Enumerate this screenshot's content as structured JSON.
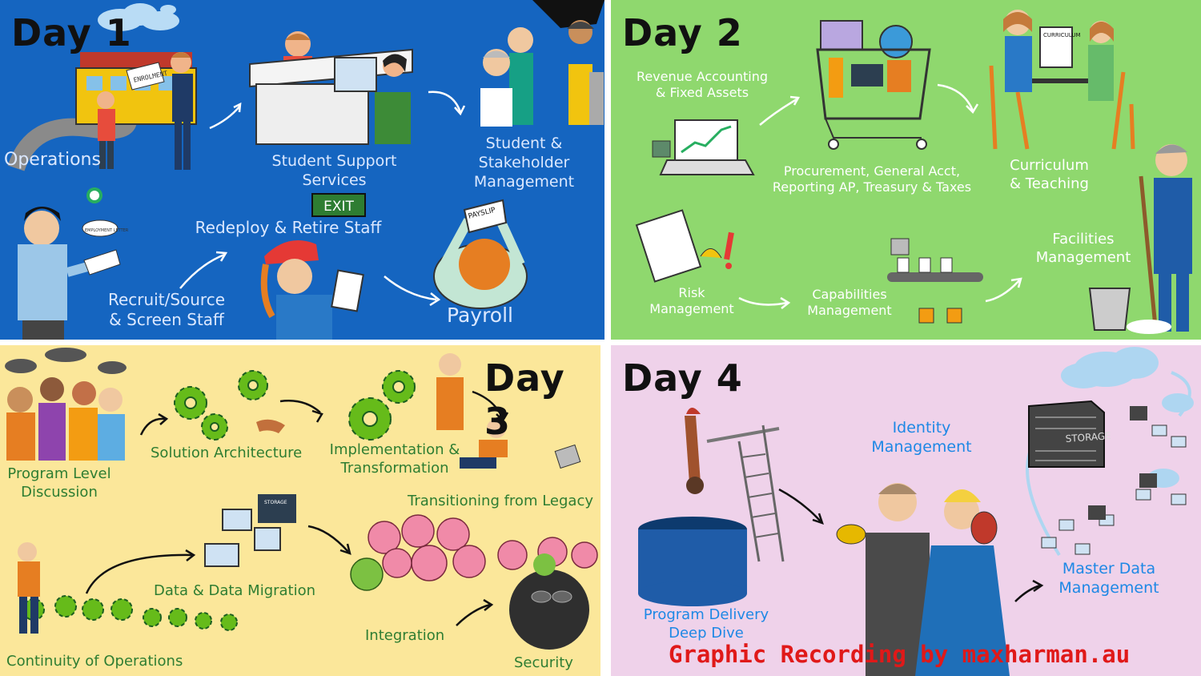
{
  "day1": {
    "title": "Day 1",
    "operations": "Operations",
    "student_support": "Student Support Services",
    "stakeholder": "Student & Stakeholder Management",
    "recruit": "Recruit/Source & Screen Staff",
    "redeploy": "Redeploy & Retire Staff",
    "payroll": "Payroll",
    "sign_enrolment": "ENROLMENT",
    "sign_exit": "EXIT",
    "sign_payslip": "PAYSLIP",
    "sign_letter": "EMPLOYMENT LETTER"
  },
  "day2": {
    "title": "Day 2",
    "revenue": "Revenue Accounting & Fixed Assets",
    "procurement": "Procurement, General Acct, Reporting AP, Treasury & Taxes",
    "curriculum": "Curriculum & Teaching",
    "risk": "Risk Management",
    "capabilities": "Capabilities Management",
    "facilities": "Facilities Management",
    "sign_curriculum": "CURRICULUM"
  },
  "day3": {
    "title": "Day 3",
    "program_level": "Program Level Discussion",
    "solution_arch": "Solution Architecture",
    "implementation": "Implementation & Transformation",
    "transitioning": "Transitioning from Legacy",
    "data_migration": "Data & Data Migration",
    "integration": "Integration",
    "continuity": "Continuity of Operations",
    "security": "Security",
    "sign_storage": "STORAGE"
  },
  "day4": {
    "title": "Day 4",
    "program_delivery": "Program Delivery Deep Dive",
    "identity": "Identity Management",
    "master_data": "Master Data Management",
    "sign_storage": "STORAGE"
  },
  "credit": "Graphic Recording by maxharman.au",
  "colors": {
    "day1_bg": "#1565c0",
    "day2_bg": "#8fd86e",
    "day3_bg": "#fbe79a",
    "day4_bg": "#efd2ea",
    "credit": "#e01919"
  }
}
